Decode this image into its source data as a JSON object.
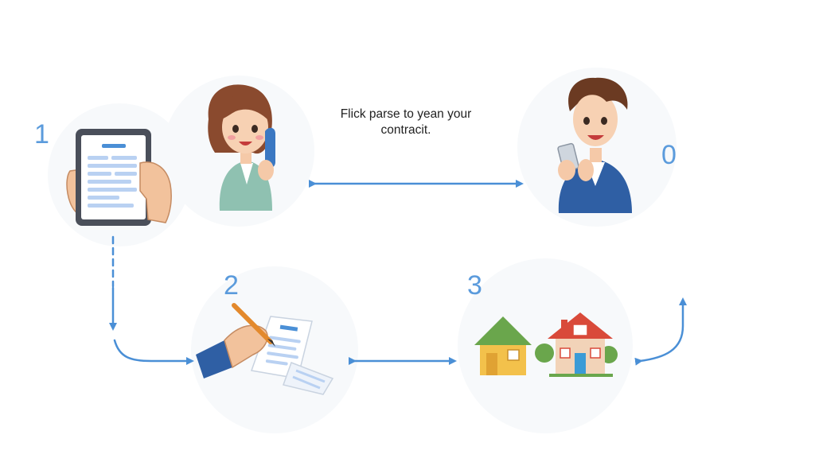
{
  "caption": {
    "line1": "Flick parse to yean your",
    "line2": "contracit."
  },
  "steps": {
    "one": "1",
    "zero": "0",
    "two": "2",
    "three": "3"
  },
  "icons": {
    "tablet": "tablet-document-icon",
    "woman_phone": "woman-on-phone-icon",
    "man_phone": "man-with-phone-icon",
    "signing": "hand-signing-contract-icon",
    "houses": "houses-icon"
  },
  "colors": {
    "arrow": "#4a8fd6",
    "step_number": "#5b9bdc",
    "caption_text": "#222222",
    "roof_green": "#6aa64c",
    "roof_red": "#d94a3a",
    "house_yellow": "#f3c14b"
  }
}
